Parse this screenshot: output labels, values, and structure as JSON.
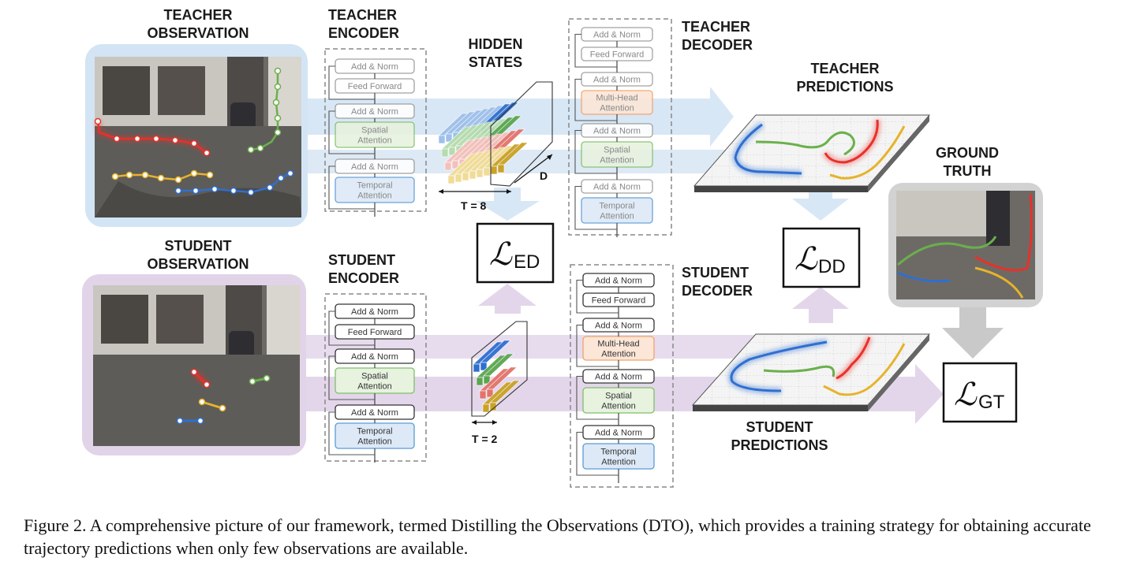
{
  "labels": {
    "teacher_observation": [
      "TEACHER",
      "OBSERVATION"
    ],
    "student_observation": [
      "STUDENT",
      "OBSERVATION"
    ],
    "teacher_encoder": [
      "TEACHER",
      "ENCODER"
    ],
    "student_encoder": [
      "STUDENT",
      "ENCODER"
    ],
    "hidden_states": [
      "HIDDEN",
      "STATES"
    ],
    "teacher_decoder": [
      "TEACHER",
      "DECODER"
    ],
    "student_decoder": [
      "STUDENT",
      "DECODER"
    ],
    "teacher_predictions": [
      "TEACHER",
      "PREDICTIONS"
    ],
    "student_predictions": [
      "STUDENT",
      "PREDICTIONS"
    ],
    "ground_truth": [
      "GROUND",
      "TRUTH"
    ]
  },
  "blocks": {
    "add_norm": "Add & Norm",
    "feed_forward": "Feed Forward",
    "spatial": [
      "Spatial",
      "Attention"
    ],
    "temporal": [
      "Temporal",
      "Attention"
    ],
    "multihead": [
      "Multi-Head",
      "Attention"
    ]
  },
  "hidden": {
    "teacher_t": "T = 8",
    "student_t": "T = 2",
    "dim": "D"
  },
  "losses": {
    "symbol": "ℒ",
    "ed": "ED",
    "dd": "DD",
    "gt": "GT"
  },
  "colors": {
    "teacher_flow": "#d6e6f5",
    "student_flow": "#e3d6ea",
    "gt_flow": "#c9c9c9",
    "spatial": "#7fbf6a",
    "temporal": "#5b9bd5",
    "multihead": "#f0a26a",
    "traj_red": "#e8312a",
    "traj_green": "#6ab04c",
    "traj_yellow": "#e6b32a",
    "traj_blue": "#2f6fd0"
  },
  "caption": "Figure 2.  A comprehensive picture of our framework, termed Distilling the Observations (DTO), which provides a training strategy for obtaining accurate trajectory predictions when only few observations are available."
}
